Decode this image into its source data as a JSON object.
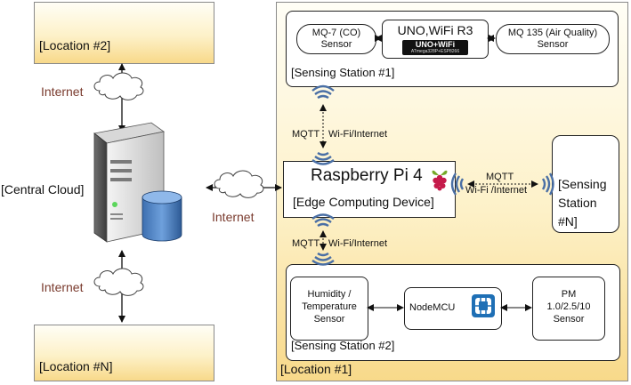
{
  "locations": {
    "loc2": "[Location #2]",
    "locN": "[Location #N]",
    "loc1": "[Location #1]"
  },
  "cloud": {
    "central_label": "[Central Cloud]",
    "internet_top": "Internet",
    "internet_bottom": "Internet",
    "internet_right": "Internet"
  },
  "station1": {
    "title": "[Sensing Station #1]",
    "sensor_left": [
      "MQ-7 (CO)",
      "Sensor"
    ],
    "board_name": "UNO,WiFi R3",
    "board_chip_text": "UNO+WiFi",
    "board_chip_sub": "ATmega328P+ESP8266",
    "sensor_right": [
      "MQ 135 (Air Quality)",
      "Sensor"
    ]
  },
  "edge": {
    "title": "Raspberry Pi 4",
    "subtitle": "[Edge Computing Device]"
  },
  "links": {
    "top_left": "MQTT",
    "top_right": "Wi-Fi/Internet",
    "right_top": "MQTT",
    "right_bottom": "Wi-Fi /Internet",
    "bottom_left": "MQTT",
    "bottom_right": "Wi-Fi/Internet"
  },
  "stationN": {
    "lines": [
      "[Sensing",
      "Station",
      "#N]"
    ]
  },
  "station2": {
    "title": "[Sensing Station #2]",
    "sensor_left": [
      "Humidity /",
      "Temperature",
      "Sensor"
    ],
    "mcu": "NodeMCU",
    "sensor_right": [
      "PM",
      "1.0/2.5/10",
      "Sensor"
    ]
  },
  "colors": {
    "location_fill_top": "#fffef6",
    "location_fill_bottom": "#f8d98a",
    "wifi_blue": "#4a6fa5",
    "arrow_text": "#7a3b2e"
  }
}
